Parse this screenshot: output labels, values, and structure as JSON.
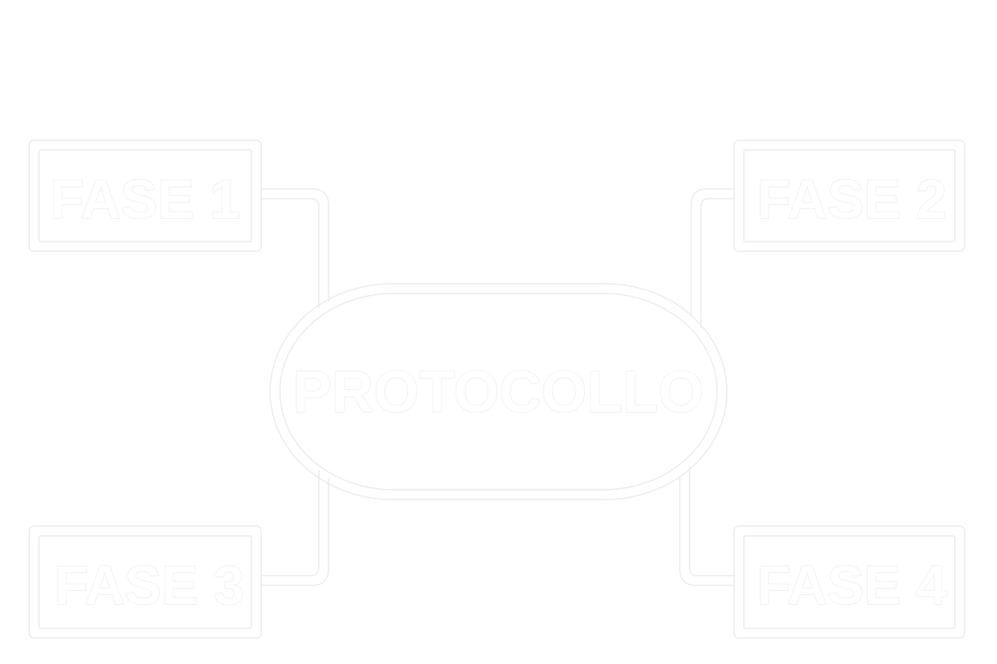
{
  "diagram": {
    "center": {
      "label": "PROTOCOLLO"
    },
    "phases": [
      {
        "label": "FASE 1"
      },
      {
        "label": "FASE 2"
      },
      {
        "label": "FASE 3"
      },
      {
        "label": "FASE 4"
      }
    ]
  },
  "colors": {
    "background": "#ffffff",
    "outline": "#ececec"
  }
}
